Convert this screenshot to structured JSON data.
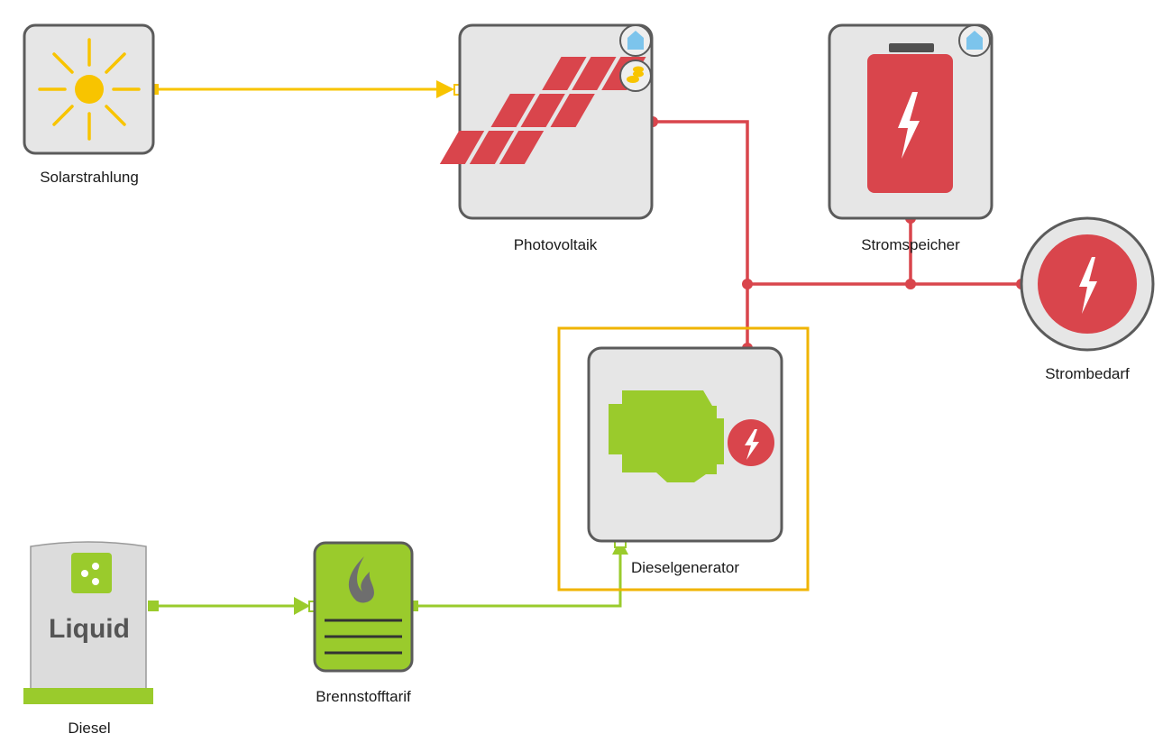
{
  "colors": {
    "solar": "#f8c400",
    "electric": "#d9454c",
    "fuel": "#9acb2c",
    "component_bg": "#e6e6e6",
    "component_border": "#5b5b5b",
    "selection": "#f0b400",
    "badge_blue": "#7cc4ec",
    "diesel_bar": "#9acb2c"
  },
  "nodes": {
    "solar": {
      "label": "Solarstrahlung",
      "icon": "sun-icon"
    },
    "pv": {
      "label": "Photovoltaik",
      "icon": "solar-panel-icon",
      "badges": [
        "house-icon",
        "coins-icon"
      ]
    },
    "storage": {
      "label": "Stromspeicher",
      "icon": "battery-icon",
      "badges": [
        "house-icon"
      ]
    },
    "demand": {
      "label": "Strombedarf",
      "icon": "lightning-icon"
    },
    "generator": {
      "label": "Dieselgenerator",
      "icon": "engine-icon",
      "selected": true
    },
    "diesel": {
      "label": "Diesel",
      "tank_text": "Liquid",
      "icon": "droplets-icon"
    },
    "fuel_tariff": {
      "label": "Brennstofftarif",
      "icon": "flame-icon"
    }
  },
  "connections": [
    {
      "from": "Solarstrahlung",
      "to": "Photovoltaik",
      "carrier": "solar"
    },
    {
      "from": "Photovoltaik",
      "to": "Strombedarf",
      "carrier": "electric"
    },
    {
      "from": "Stromspeicher",
      "to": "Strombedarf",
      "carrier": "electric"
    },
    {
      "from": "Dieselgenerator",
      "to": "Strombedarf",
      "carrier": "electric"
    },
    {
      "from": "Diesel",
      "to": "Brennstofftarif",
      "carrier": "fuel"
    },
    {
      "from": "Brennstofftarif",
      "to": "Dieselgenerator",
      "carrier": "fuel"
    }
  ]
}
